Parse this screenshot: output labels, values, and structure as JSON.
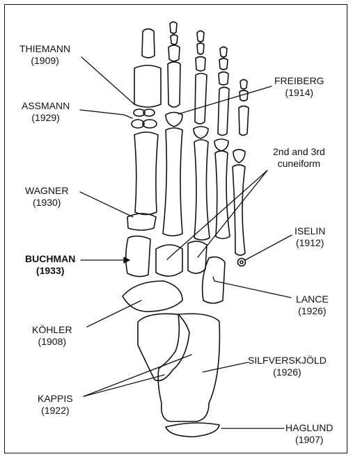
{
  "labels": {
    "thiemann": {
      "name": "THIEMANN",
      "year": "(1909)"
    },
    "assmann": {
      "name": "ASSMANN",
      "year": "(1929)"
    },
    "wagner": {
      "name": "WAGNER",
      "year": "(1930)"
    },
    "buchman": {
      "name": "BUCHMAN",
      "year": "(1933)"
    },
    "kohler": {
      "name": "KÖHLER",
      "year": "(1908)"
    },
    "kappis": {
      "name": "KAPPIS",
      "year": "(1922)"
    },
    "freiberg": {
      "name": "FREIBERG",
      "year": "(1914)"
    },
    "cuneiform": {
      "name": "2nd and 3rd",
      "year": "cuneiform"
    },
    "iselin": {
      "name": "ISELIN",
      "year": "(1912)"
    },
    "lance": {
      "name": "LANCE",
      "year": "(1926)"
    },
    "silfverskjold": {
      "name": "SILFVERSKJÖLD",
      "year": "(1926)"
    },
    "haglund": {
      "name": "HAGLUND",
      "year": "(1907)"
    }
  }
}
